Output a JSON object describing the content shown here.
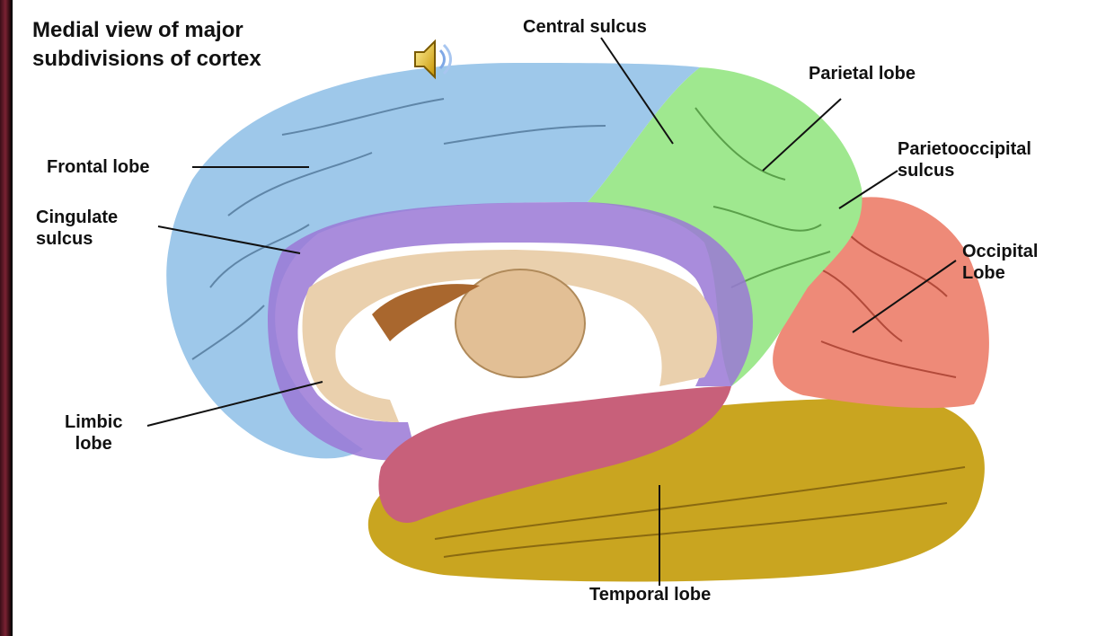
{
  "title": {
    "line1": "Medial view of major",
    "line2": "subdivisions of cortex"
  },
  "labels": {
    "central_sulcus": "Central sulcus",
    "parietal_lobe": "Parietal lobe",
    "frontal_lobe": "Frontal lobe",
    "parietooccipital_line1": "Parietooccipital",
    "parietooccipital_line2": "sulcus",
    "cingulate_line1": "Cingulate",
    "cingulate_line2": "sulcus",
    "occipital_line1": "Occipital",
    "occipital_line2": "Lobe",
    "limbic_line1": "Limbic",
    "limbic_line2": "lobe",
    "temporal_lobe": "Temporal lobe"
  },
  "icons": {
    "audio": "speaker-icon"
  },
  "colors": {
    "frontal": "#9ec8ea",
    "parietal": "#9fe88f",
    "occipital": "#ee8a78",
    "limbic": "#9a78d6",
    "temporal": "#c9a520",
    "limbic_lower": "#c8607a",
    "inner": "#ead0ad"
  }
}
